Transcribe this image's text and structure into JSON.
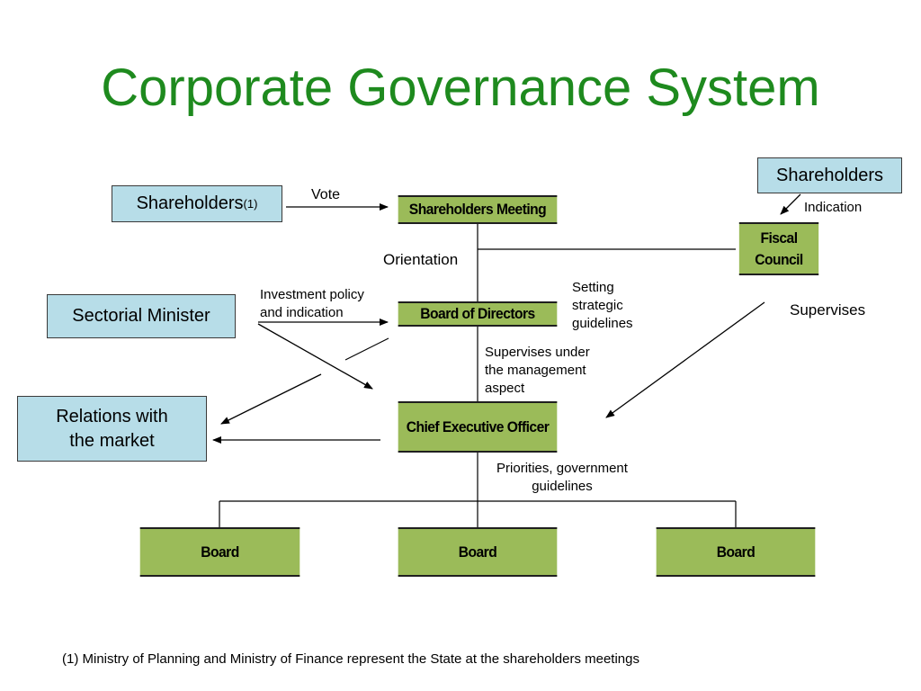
{
  "title": "Corporate Governance System",
  "colors": {
    "title": "#1e8a1e",
    "green_box": "#9bbb59",
    "blue_box": "#b7dde8"
  },
  "boxes": {
    "shareholders_left": "Shareholders",
    "shareholders_left_note": "(1)",
    "shareholders_right": "Shareholders",
    "shareholders_meeting": "Shareholders Meeting",
    "fiscal_council_line1": "Fiscal",
    "fiscal_council_line2": "Council",
    "sectorial_minister": "Sectorial Minister",
    "board_of_directors": "Board of Directors",
    "relations_line1": "Relations with",
    "relations_line2": "the market",
    "ceo": "Chief Executive Officer",
    "board_1": "Board",
    "board_2": "Board",
    "board_3": "Board"
  },
  "labels": {
    "vote": "Vote",
    "indication": "Indication",
    "orientation": "Orientation",
    "investment_line1": "Investment policy",
    "investment_line2": "and indication",
    "setting_line1": "Setting",
    "setting_line2": "strategic",
    "setting_line3": "guidelines",
    "supervises": "Supervises",
    "supervises_mgmt_line1": "Supervises under",
    "supervises_mgmt_line2": "the management",
    "supervises_mgmt_line3": "aspect",
    "priorities_line1": "Priorities, government",
    "priorities_line2": "guidelines"
  },
  "footnote": "(1) Ministry of Planning and Ministry of Finance represent the State at the shareholders meetings"
}
